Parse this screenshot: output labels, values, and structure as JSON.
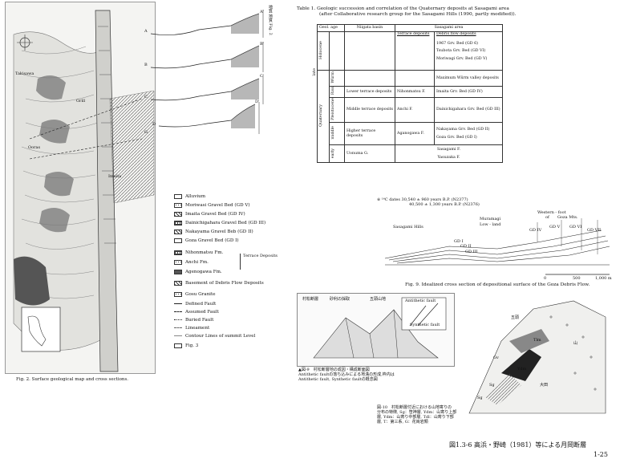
{
  "fig2": {
    "side_label": "地質 地質 Fig. 2",
    "caption": "Fig. 2. Surface geological map and cross sections.",
    "place_labels": [
      "Takisawa",
      "Grill",
      "Ooras",
      "Imaita"
    ],
    "section_labels": [
      "A",
      "A'",
      "B",
      "B'",
      "C",
      "C'",
      "D",
      "D'",
      "G"
    ],
    "legend": [
      {
        "label": "Alluvium",
        "pattern": "blank"
      },
      {
        "label": "Moriwasi Gravel Bed (GD V)",
        "pattern": "dots"
      },
      {
        "label": "Imaita Gravel Bed (GD IV)",
        "pattern": "hatch"
      },
      {
        "label": "Dainichigahara Gravel Bed (GD III)",
        "pattern": "cross"
      },
      {
        "label": "Nakayama Gravel Beb (GD II)",
        "pattern": "hatch"
      },
      {
        "label": "Goza Gravel Bed (GD I)",
        "pattern": "blank"
      },
      {
        "label": "Nihonmatsu Fm.",
        "pattern": "cross"
      },
      {
        "label": "Anchi Fm.",
        "pattern": "dots"
      },
      {
        "label": "Agenogawa Fm.",
        "pattern": "dark"
      },
      {
        "label": "Basement of Debris Flow Deposits",
        "pattern": "hatch"
      },
      {
        "label": "Gosu Granite",
        "pattern": "dots"
      },
      {
        "label": "Defined Fault",
        "pattern": "line"
      },
      {
        "label": "Assumed Fault",
        "pattern": "line"
      },
      {
        "label": "Buried Fault",
        "pattern": "line"
      },
      {
        "label": "Lineament",
        "pattern": "line"
      },
      {
        "label": "Contour Lines of summit Level",
        "pattern": "line"
      },
      {
        "label": "Fig. 3",
        "pattern": "blank"
      }
    ],
    "terrace_label": "Terrace Deposits"
  },
  "table1": {
    "title_line1": "Table 1. Geologic succession and correlation of the Quaternary deposits at Sasagami area",
    "title_line2": "(after Collaborative research group for the Sasagami Hills (1990, partly modified)).",
    "headers": [
      "Geol. age",
      "Niigata basin",
      "Sasagami area"
    ],
    "sub_headers": [
      "Terrace deposits",
      "Debris flow deposits"
    ],
    "age_labels": [
      "Holocene",
      "Quaternary",
      "Pleistocene",
      "late",
      "Würm",
      "Riss",
      "middle",
      "early"
    ],
    "niigata_cells": [
      "Lower terrace deposits",
      "Middle terrace deposits",
      "Higher terrace deposits",
      "Uonuma G."
    ],
    "terrace_cells": [
      "Nihonmatsu F.",
      "Anchi F.",
      "Aganogawa F."
    ],
    "debris_cells": [
      "1967 Grv. Bed (GD 6)",
      "Tsubota Grv. Bed (GD VI)",
      "Moriwagi Grv. Bed (GD V)",
      "Maximum Würm valley deposits",
      "Imaita Grv. Bed (GD IV)",
      "Dainichigahara Grv. Bed (GD III)",
      "Nakayama Grv. Bed (GD II)",
      "Goza Grv. Bed (GD I)"
    ],
    "bottom_cells": [
      "Sasagami F.",
      "Yasuzaka F."
    ],
    "note_line1": "※ ¹⁴C dates 30,540 ± 960 years B.P. (N2377)",
    "note_line2": "40,500 ± 1,300 years B.P. (N2376)"
  },
  "fig9": {
    "labels": [
      "Sasagami Hills",
      "Muramagi",
      "Low - land",
      "Western - foot",
      "of",
      "Goza Mts."
    ],
    "gd_labels": [
      "GD I",
      "GD II",
      "GD III",
      "GD IV",
      "GD V",
      "GD VI",
      "GD VII"
    ],
    "scale_labels": [
      "0",
      "500",
      "1,000 m"
    ],
    "caption": "Fig. 9. Idealized cross section of depositional surface of the Goza Debris Flow."
  },
  "fig8": {
    "labels": [
      "村松断層",
      "砂利の採取",
      "五頭山地",
      "Antithetic fault",
      "Synthetic fault"
    ],
    "caption_line1": "▲図-9　村松断層地の成因・構成断面図",
    "caption_line2": "Antithetic faultの落ち込みによる地溝の形成,枠内は",
    "caption_line3": "Antithetic fault, Synthetic faultの概念図"
  },
  "fig10": {
    "labels": [
      "五頭",
      "Tlm",
      "山",
      "Gv",
      "Sg",
      "Sg",
      "Ydm",
      "大田"
    ],
    "caption_line1": "図-10　村松断層付近における山地寄りの",
    "caption_line2": "分布の特徴, Sg：笹神層, Ydm：山寄り上部",
    "caption_line3": "層, Ydm：山寄り中部層, Tdl：山寄り下部",
    "caption_line4": "層, T：第三系, G：花崗岩類"
  },
  "footer": {
    "source": "図1.3-6 高浜・野崎（1981）等による月岡断層",
    "page": "1-25"
  }
}
